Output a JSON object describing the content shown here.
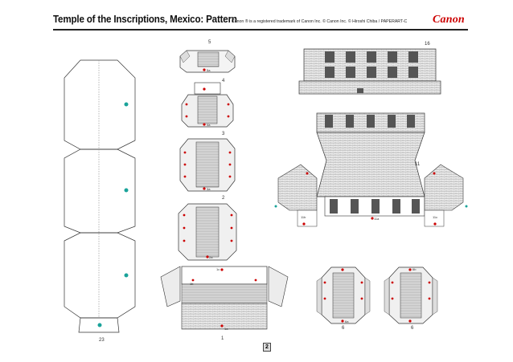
{
  "header": {
    "title": "Temple of the Inscriptions, Mexico: Pattern",
    "copyright": "Canon ® is a registered trademark of Canon Inc. © Canon Inc. © Hiroshi Chiba / PAPERART-C",
    "logo": "Canon"
  },
  "part_numbers": {
    "p23": "23",
    "p1": "1",
    "p2": "2",
    "p3": "3",
    "p4": "4",
    "p5": "5",
    "p6a": "6",
    "p6b": "6",
    "p11": "11",
    "p16": "16"
  },
  "glue_labels": {
    "l1a": "1a",
    "l1b": "1b",
    "l1c": "1c",
    "l2a": "2a",
    "l3a": "3a",
    "l4a": "4a",
    "l5a": "5a",
    "l6a": "6a",
    "l6b": "6b",
    "l11a": "11a",
    "l11b": "11b",
    "l11c": "11c"
  },
  "page_number": "2",
  "colors": {
    "accent_red": "#cc0000",
    "marker_teal": "#1aa39a",
    "line": "#333333",
    "grey": "#888888"
  }
}
